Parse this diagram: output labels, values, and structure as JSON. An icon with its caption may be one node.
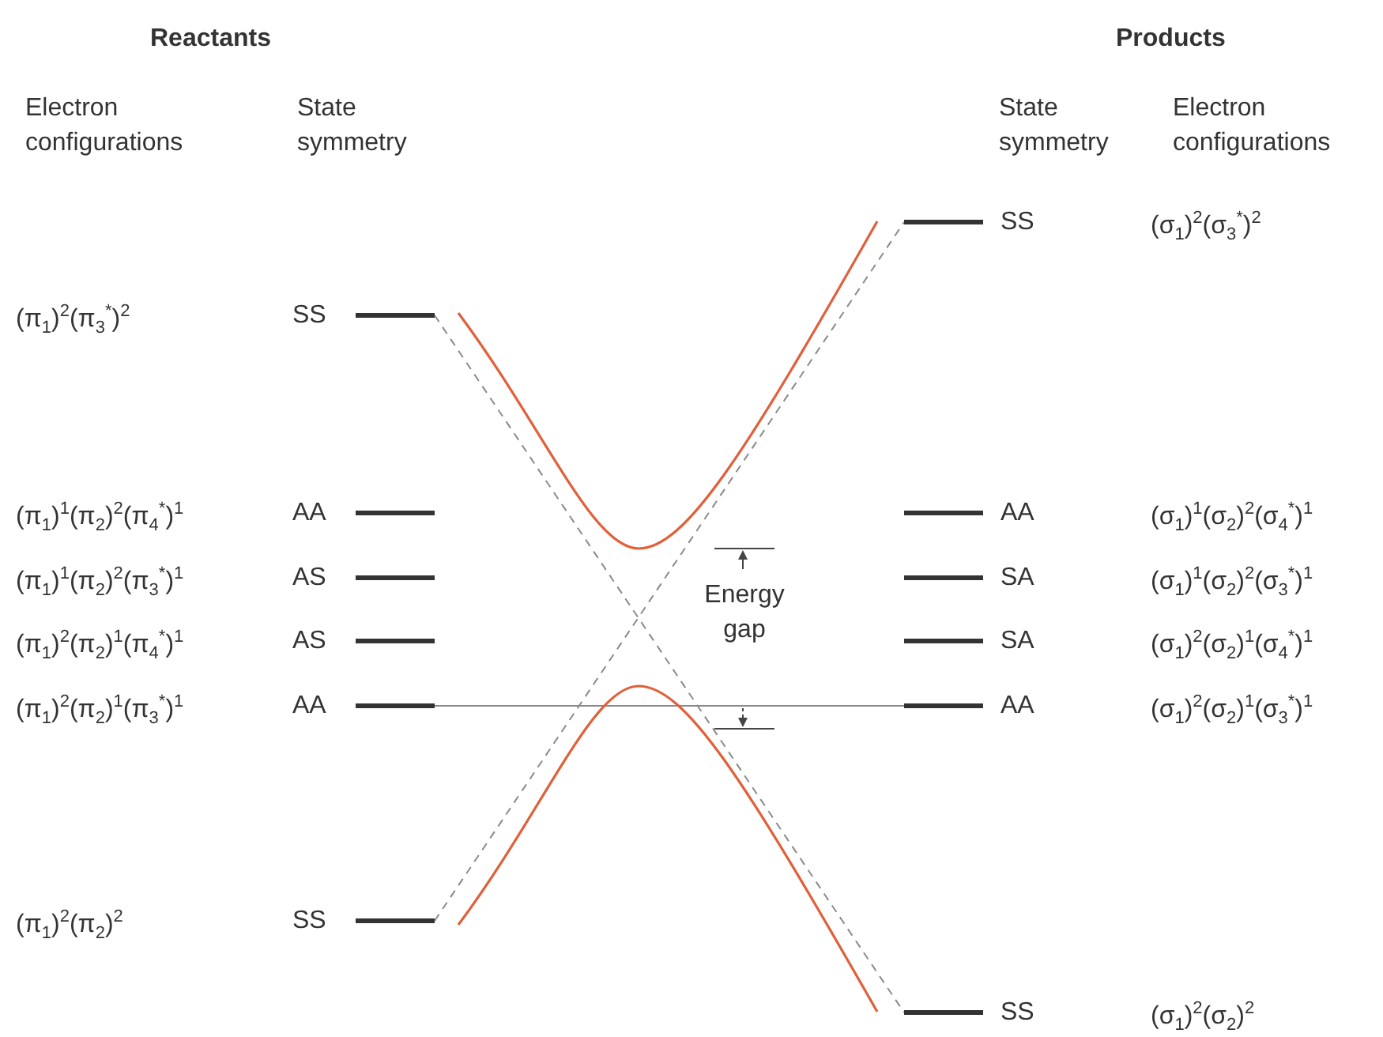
{
  "diagram": {
    "nodes": [
      {
        "text": [
          "SS"
        ]
      },
      {
        "text": [
          "AA"
        ]
      },
      {
        "text": [
          "AS"
        ]
      },
      {
        "text": [
          "AS"
        ]
      },
      {
        "text": [
          "AA"
        ]
      },
      {
        "text": [
          "SS"
        ]
      },
      {
        "text": [
          "SS"
        ]
      },
      {
        "text": [
          "AA"
        ]
      },
      {
        "text": [
          "SA"
        ]
      },
      {
        "text": [
          "SA"
        ]
      },
      {
        "text": [
          "AA"
        ]
      },
      {
        "text": [
          "SS"
        ]
      }
    ],
    "edges": [
      {
        "from": 0,
        "to": 11,
        "arrow": "none",
        "style": "dashed"
      },
      {
        "from": 4,
        "to": 10,
        "arrow": "none"
      },
      {
        "from": 5,
        "to": 6,
        "arrow": "none",
        "style": "dashed"
      }
    ],
    "labels": [
      "Reactants",
      "Products",
      "Electron configurations",
      "State symmetry",
      "State symmetry",
      "Electron configurations",
      "(σ$_{1}$)$^{2}$(σ$_{3}$$^{*}$)$^{2}$",
      "(π$_{1}$)$^{2}$(π$_{3}$$^{*}$)$^{2}$",
      "(π$_{1}$)$^{1}$(π$_{2}$)$^{2}$(π$_{4}$$^{*}$)$^{1}$",
      "(σ$_{1}$)$^{1}$(σ$_{2}$)$^{2}$(σ$_{4}$$^{*}$)$^{1}$",
      "(π$_{1}$)$^{1}$(π$_{2}$)$^{2}$(π$_{3}$$^{*}$)$^{1}$",
      "(σ$_{1}$)$^{1}$(σ$_{2}$)$^{2}$(σ$_{3}$$^{*}$)$^{1}$",
      "Energy gap",
      "(π$_{1}$)$^{2}$(π$_{2}$)$^{1}$(π$_{4}$$^{*}$)$^{1}$",
      "(σ$_{1}$)$^{2}$(σ$_{2}$)$^{1}$(σ$_{4}$$^{*}$)$^{1}$",
      "(π$_{1}$)$^{2}$(π$_{2}$)$^{1}$(π$_{3}$$^{*}$)$^{1}$",
      "(σ$_{1}$)$^{2}$(σ$_{2}$)$^{1}$(σ$_{3}$$^{*}$)$^{1}$",
      "(π$_{1}$)$^{2}$(π$_{2}$)$^{2}$",
      "(σ$_{1}$)$^{2}$(σ$_{2}$)$^{2}$"
    ]
  }
}
